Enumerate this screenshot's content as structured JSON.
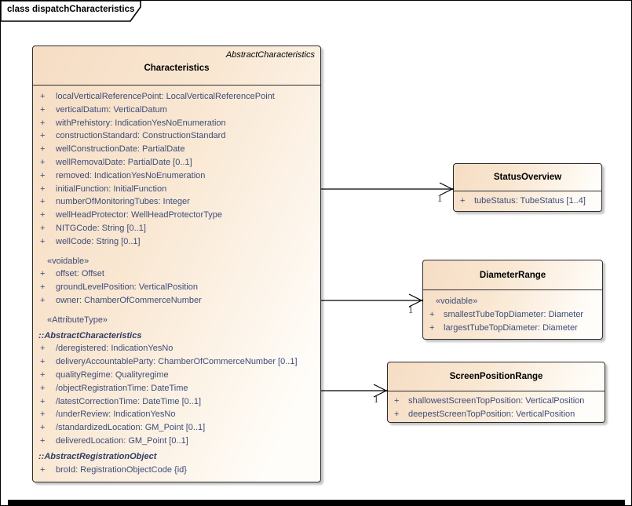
{
  "frame": {
    "title": "class dispatchCharacteristics"
  },
  "colors": {
    "box_fill_start": "#f6ddc4",
    "box_fill_end": "#fffdf9",
    "box_border": "#2d2d2d",
    "attribute_text": "#3d4c78",
    "class_name_text": "#000000",
    "multiplicity_text": "#3a3a3a"
  },
  "classes": {
    "characteristics": {
      "stereotype_header": "AbstractCharacteristics",
      "name": "Characteristics",
      "rows": [
        {
          "kind": "attr",
          "vis": "+",
          "text": "localVerticalReferencePoint: LocalVerticalReferencePoint"
        },
        {
          "kind": "attr",
          "vis": "+",
          "text": "verticalDatum: VerticalDatum"
        },
        {
          "kind": "attr",
          "vis": "+",
          "text": "withPrehistory: IndicationYesNoEnumeration"
        },
        {
          "kind": "attr",
          "vis": "+",
          "text": "constructionStandard: ConstructionStandard"
        },
        {
          "kind": "attr",
          "vis": "+",
          "text": "wellConstructionDate: PartialDate"
        },
        {
          "kind": "attr",
          "vis": "+",
          "text": "wellRemovalDate: PartialDate [0..1]"
        },
        {
          "kind": "attr",
          "vis": "+",
          "text": "removed: IndicationYesNoEnumeration"
        },
        {
          "kind": "attr",
          "vis": "+",
          "text": "initialFunction: InitialFunction"
        },
        {
          "kind": "attr",
          "vis": "+",
          "text": "numberOfMonitoringTubes: Integer"
        },
        {
          "kind": "attr",
          "vis": "+",
          "text": "wellHeadProtector: WellHeadProtectorType"
        },
        {
          "kind": "attr",
          "vis": "+",
          "text": "NITGCode: String [0..1]"
        },
        {
          "kind": "attr",
          "vis": "+",
          "text": "wellCode: String [0..1]"
        },
        {
          "kind": "stereo",
          "text": "«voidable»"
        },
        {
          "kind": "attr",
          "vis": "+",
          "text": "offset: Offset"
        },
        {
          "kind": "attr",
          "vis": "+",
          "text": "groundLevelPosition: VerticalPosition"
        },
        {
          "kind": "attr",
          "vis": "+",
          "text": "owner: ChamberOfCommerceNumber"
        },
        {
          "kind": "stereo",
          "text": "«AttributeType»"
        },
        {
          "kind": "ns",
          "text": "::AbstractCharacteristics"
        },
        {
          "kind": "attr",
          "vis": "+",
          "text": "/deregistered: IndicationYesNo"
        },
        {
          "kind": "attr",
          "vis": "+",
          "text": "deliveryAccountableParty: ChamberOfCommerceNumber [0..1]"
        },
        {
          "kind": "attr",
          "vis": "+",
          "text": "qualityRegime: Qualityregime"
        },
        {
          "kind": "attr",
          "vis": "+",
          "text": "/objectRegistrationTime: DateTime"
        },
        {
          "kind": "attr",
          "vis": "+",
          "text": "/latestCorrectionTime: DateTime [0..1]"
        },
        {
          "kind": "attr",
          "vis": "+",
          "text": "/underReview: IndicationYesNo"
        },
        {
          "kind": "attr",
          "vis": "+",
          "text": "/standardizedLocation: GM_Point [0..1]"
        },
        {
          "kind": "attr",
          "vis": "+",
          "text": "deliveredLocation: GM_Point [0..1]"
        },
        {
          "kind": "ns",
          "text": "::AbstractRegistrationObject"
        },
        {
          "kind": "attr",
          "vis": "+",
          "text": "broId: RegistrationObjectCode {id}"
        }
      ]
    },
    "status_overview": {
      "name": "StatusOverview",
      "rows": [
        {
          "kind": "attr",
          "vis": "+",
          "text": "tubeStatus: TubeStatus [1..4]"
        }
      ]
    },
    "diameter_range": {
      "name": "DiameterRange",
      "rows": [
        {
          "kind": "stereo",
          "text": "«voidable»"
        },
        {
          "kind": "attr",
          "vis": "+",
          "text": "smallestTubeTopDiameter: Diameter"
        },
        {
          "kind": "attr",
          "vis": "+",
          "text": "largestTubeTopDiameter: Diameter"
        }
      ]
    },
    "screen_position_range": {
      "name": "ScreenPositionRange",
      "rows": [
        {
          "kind": "attr",
          "vis": "+",
          "text": "shallowestScreenTopPosition: VerticalPosition"
        },
        {
          "kind": "attr",
          "vis": "+",
          "text": "deepestScreenTopPosition: VerticalPosition"
        }
      ]
    }
  },
  "connections": [
    {
      "from": "Characteristics",
      "to": "StatusOverview",
      "multiplicity": "1"
    },
    {
      "from": "Characteristics",
      "to": "DiameterRange",
      "multiplicity": "1"
    },
    {
      "from": "Characteristics",
      "to": "ScreenPositionRange",
      "multiplicity": "1"
    }
  ]
}
